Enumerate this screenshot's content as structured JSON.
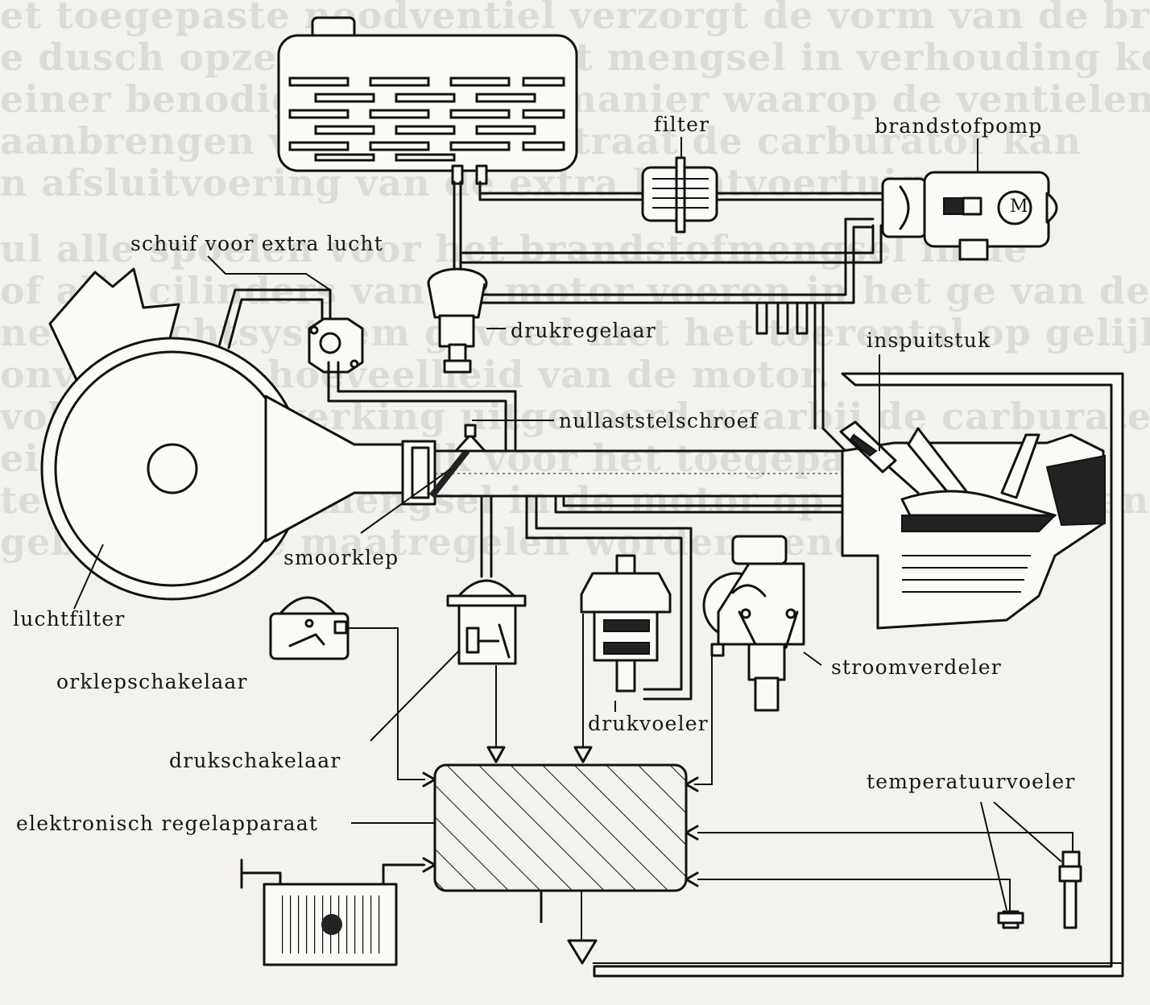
{
  "background_text": [
    "et toegepaste noodventiel verzorgt de vorm van de brandstof",
    "e dusch opzetten, zodat het mengsel in verhouding komt in de",
    "einer benodigheid. Op de manier waarop de ventielen tussen",
    "aanbrengen van mengsel straat de carburator kan",
    "n afsluitvoering van de extra luchtvoertuigen.",
    "",
    "ul alle spoelen voor het brandstofmengsel in de",
    "of alle cilinders van de motor voeren in het ge van de",
    "nevenluchtsysteem gevoed met het toerental op gelijk",
    "onverdunde hoeveelheid van de motor.",
    "volledige de werking uitgevoerd waarbij de carburateur al",
    "eis meer noodzakelijk voor het toegepaste de",
    "te verbranden mengsel in de motor op de hoofdlijnen",
    "gebruikelijke maatregelen worden genomen"
  ],
  "labels": {
    "filter": "filter",
    "brandstofpomp": "brandstofpomp",
    "schuif_voor_extra_lucht": "schuif voor extra lucht",
    "drukregelaar": "drukregelaar",
    "inspuitstuk": "inspuitstuk",
    "nullaststelschroef": "nullaststelschroef",
    "smoorklep": "smoorklep",
    "luchtfilter": "luchtfilter",
    "smoorklepschakelaar": "orklepschakelaar",
    "drukvoeler": "drukvoeler",
    "stroomverdeler": "stroomverdeler",
    "drukschakelaar": "drukschakelaar",
    "temperatuurvoeler": "temperatuurvoeler",
    "elektronisch_regelapparaat": "elektronisch regelapparaat"
  },
  "pump_symbol": "M"
}
